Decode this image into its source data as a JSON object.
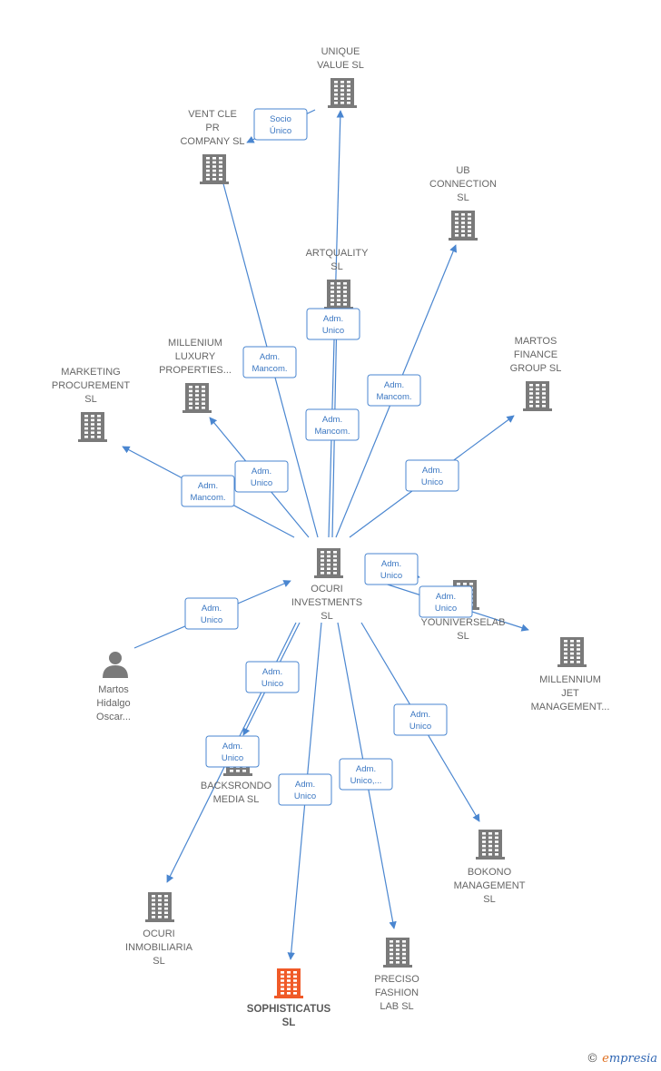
{
  "colors": {
    "edge": "#4a86d0",
    "building": "#7a7a7a",
    "building_highlight": "#f05a28",
    "person": "#7a7a7a"
  },
  "nodes": [
    {
      "id": "unique",
      "kind": "company",
      "label": [
        "UNIQUE",
        "VALUE  SL"
      ]
    },
    {
      "id": "ventcle",
      "kind": "company",
      "label": [
        "VENT CLE",
        "PR",
        "COMPANY  SL"
      ]
    },
    {
      "id": "ub",
      "kind": "company",
      "label": [
        "UB",
        "CONNECTION",
        "SL"
      ]
    },
    {
      "id": "artquality",
      "kind": "company",
      "label": [
        "ARTQUALITY",
        "SL"
      ]
    },
    {
      "id": "millenium",
      "kind": "company",
      "label": [
        "MILLENIUM",
        "LUXURY",
        "PROPERTIES..."
      ]
    },
    {
      "id": "marketing",
      "kind": "company",
      "label": [
        "MARKETING",
        "PROCUREMENT",
        "SL"
      ]
    },
    {
      "id": "martosfin",
      "kind": "company",
      "label": [
        "MARTOS",
        "FINANCE",
        "GROUP  SL"
      ]
    },
    {
      "id": "ocuri",
      "kind": "company",
      "label": [
        "OCURI",
        "INVESTMENTS",
        "SL"
      ]
    },
    {
      "id": "youniverse",
      "kind": "company",
      "label": [
        "YOUNIVERSELAB",
        "SL"
      ]
    },
    {
      "id": "millennium",
      "kind": "company",
      "label": [
        "MILLENNIUM",
        "JET",
        "MANAGEMENT..."
      ]
    },
    {
      "id": "martosp",
      "kind": "person",
      "label": [
        "Martos",
        "Hidalgo",
        "Oscar..."
      ]
    },
    {
      "id": "backsrondo",
      "kind": "company",
      "label": [
        "BACKSRONDO",
        "MEDIA  SL"
      ]
    },
    {
      "id": "bokono",
      "kind": "company",
      "label": [
        "BOKONO",
        "MANAGEMENT",
        "SL"
      ]
    },
    {
      "id": "ocurinmo",
      "kind": "company",
      "label": [
        "OCURI",
        "INMOBILIARIA",
        "SL"
      ]
    },
    {
      "id": "preciso",
      "kind": "company",
      "label": [
        "PRECISO",
        "FASHION",
        "LAB  SL"
      ]
    },
    {
      "id": "sophisticatus",
      "kind": "company",
      "highlight": true,
      "label": [
        "SOPHISTICATUS",
        "SL"
      ]
    }
  ],
  "edges": [
    {
      "from": "unique",
      "to": "ventcle",
      "label": [
        "Socio",
        "Único"
      ]
    },
    {
      "from": "ocuri",
      "to": "ventcle",
      "label": [
        "Adm.",
        "Mancom."
      ]
    },
    {
      "from": "ocuri",
      "to": "unique",
      "label": [
        "Adm.",
        "Mancom."
      ]
    },
    {
      "from": "ocuri",
      "to": "artquality",
      "label": [
        "Adm.",
        "Unico"
      ]
    },
    {
      "from": "ocuri",
      "to": "ub",
      "label": [
        "Adm.",
        "Mancom."
      ]
    },
    {
      "from": "ocuri",
      "to": "millenium",
      "label": [
        "Adm.",
        "Unico"
      ]
    },
    {
      "from": "ocuri",
      "to": "marketing",
      "label": [
        "Adm.",
        "Mancom."
      ]
    },
    {
      "from": "ocuri",
      "to": "martosfin",
      "label": [
        "Adm.",
        "Unico"
      ]
    },
    {
      "from": "ocuri",
      "to": "youniverse",
      "label": [
        "Adm.",
        "Unico"
      ]
    },
    {
      "from": "ocuri",
      "to": "millennium",
      "label": [
        "Adm.",
        "Unico"
      ]
    },
    {
      "from": "martosp",
      "to": "ocuri",
      "label": [
        "Adm.",
        "Unico"
      ]
    },
    {
      "from": "ocuri",
      "to": "backsrondo",
      "label": [
        "Adm.",
        "Unico"
      ]
    },
    {
      "from": "ocuri",
      "to": "ocurinmo",
      "label": [
        "Adm.",
        "Unico"
      ]
    },
    {
      "from": "ocuri",
      "to": "sophisticatus",
      "label": [
        "Adm.",
        "Unico"
      ]
    },
    {
      "from": "ocuri",
      "to": "preciso",
      "label": [
        "Adm.",
        "Unico,..."
      ]
    },
    {
      "from": "ocuri",
      "to": "bokono",
      "label": [
        "Adm.",
        "Unico"
      ]
    }
  ],
  "footer": {
    "copyright": "©",
    "brand_initial": "e",
    "brand_rest": "mpresia"
  }
}
